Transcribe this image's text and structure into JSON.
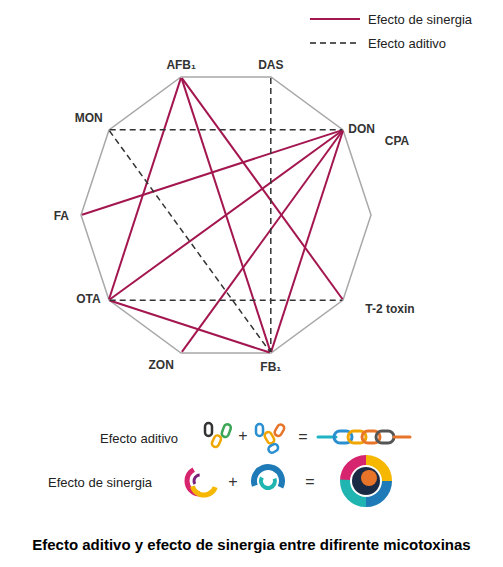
{
  "diagram": {
    "caption": "Efecto aditivo y efecto de sinergia entre difirente micotoxinas",
    "nodes": [
      {
        "text": [
          "AFB₁"
        ]
      },
      {
        "text": [
          "DAS"
        ]
      },
      {
        "text": [
          "MON"
        ]
      },
      {
        "text": [
          "DON"
        ]
      },
      {
        "text": [
          "CPA"
        ]
      },
      {
        "text": [
          "FA"
        ]
      },
      {
        "text": [
          "OTA"
        ]
      },
      {
        "text": [
          "T-2 toxin"
        ]
      },
      {
        "text": [
          "ZON"
        ]
      },
      {
        "text": [
          "FB₁"
        ]
      }
    ],
    "edges": [
      {
        "from": 0,
        "to": 6,
        "arrow": "none"
      },
      {
        "from": 0,
        "to": 9,
        "arrow": "none"
      },
      {
        "from": 0,
        "to": 7,
        "arrow": "none"
      },
      {
        "from": 3,
        "to": 5,
        "arrow": "none"
      },
      {
        "from": 3,
        "to": 6,
        "arrow": "none"
      },
      {
        "from": 3,
        "to": 8,
        "arrow": "none"
      },
      {
        "from": 3,
        "to": 9,
        "arrow": "none"
      },
      {
        "from": 6,
        "to": 9,
        "arrow": "none"
      },
      {
        "from": 1,
        "to": 9,
        "arrow": "none"
      },
      {
        "from": 2,
        "to": 3,
        "arrow": "none"
      },
      {
        "from": 2,
        "to": 9,
        "arrow": "none"
      },
      {
        "from": 6,
        "to": 7,
        "arrow": "none"
      }
    ],
    "labels": [
      "+",
      "=",
      "+",
      "="
    ],
    "legend": [
      {
        "text": "Efecto de sinergia"
      },
      {
        "text": "Efecto aditivo"
      },
      {
        "text": "Efecto aditivo"
      },
      {
        "text": "Efecto de sinergia"
      }
    ]
  }
}
